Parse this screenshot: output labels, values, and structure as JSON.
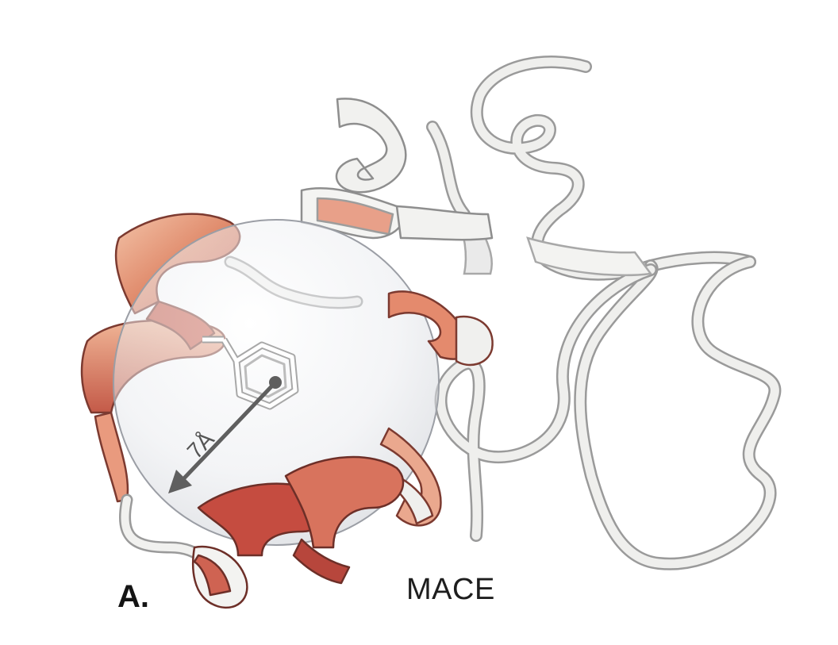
{
  "figure": {
    "panel_label": "A.",
    "method_label": "MACE",
    "radius_label": "7Å",
    "colors": {
      "coil": "#eeeeec",
      "coil_edge": "#9a9a9a",
      "helix_light": "#f1b89b",
      "helix_mid": "#dc8466",
      "helix_dark": "#b84a3f",
      "sphere": "#e3e6ea",
      "arrow": "#5f5f5f"
    },
    "icons": [
      "protein-ribbon",
      "cutoff-sphere",
      "ligand-benzene-ring",
      "radius-arrow"
    ]
  }
}
